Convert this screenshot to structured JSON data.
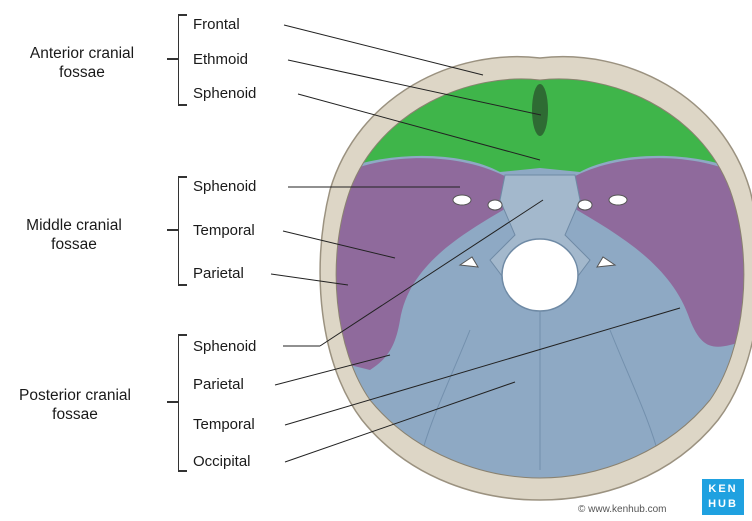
{
  "groups": {
    "anterior": "Anterior cranial\nfossae",
    "middle": "Middle cranial\nfossae",
    "posterior": "Posterior cranial\nfossae"
  },
  "labels": {
    "ant_frontal": "Frontal",
    "ant_ethmoid": "Ethmoid",
    "ant_sphenoid": "Sphenoid",
    "mid_sphenoid": "Sphenoid",
    "mid_temporal": "Temporal",
    "mid_parietal": "Parietal",
    "post_sphenoid": "Sphenoid",
    "post_parietal": "Parietal",
    "post_temporal": "Temporal",
    "post_occipital": "Occipital"
  },
  "brand": {
    "logo_line1": "KEN",
    "logo_line2": "HUB",
    "copyright": "© www.kenhub.com"
  },
  "colors": {
    "anterior": "#3fb54a",
    "middle": "#8f6a9c",
    "posterior": "#8ea9c4",
    "rim": "#ddd6c6",
    "logo": "#1fa1e0"
  }
}
